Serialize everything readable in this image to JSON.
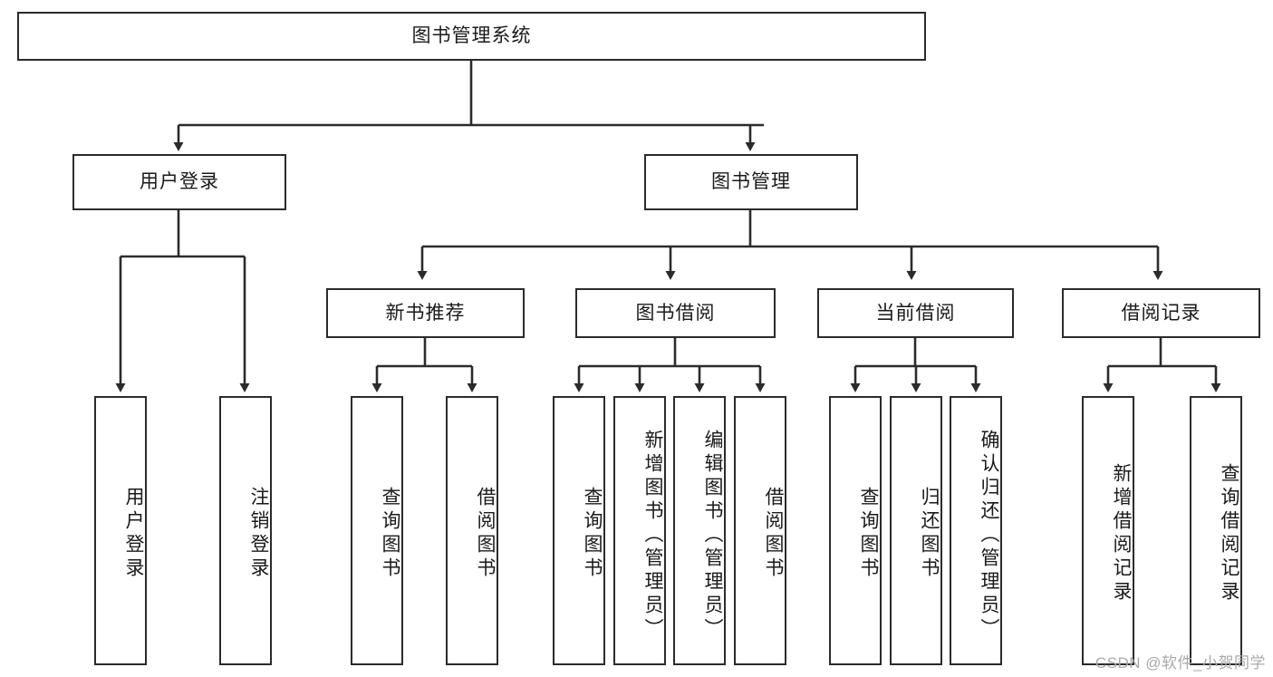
{
  "diagram": {
    "type": "tree-hierarchy-chart",
    "title": "图书管理系统",
    "watermark": "CSDN @软件_小贺同学",
    "colors": {
      "background": "#ffffff",
      "box_border": "#2b2b2b",
      "box_fill": "#ffffff",
      "text": "#1a1a1a",
      "connector": "#2b2b2b",
      "watermark": "#a9a9a9"
    },
    "levels": [
      {
        "level": 1,
        "nodes": [
          {
            "id": "root",
            "label": "图书管理系统",
            "orientation": "horizontal"
          }
        ]
      },
      {
        "level": 2,
        "nodes": [
          {
            "id": "user-login",
            "label": "用户登录",
            "orientation": "horizontal",
            "parent": "root"
          },
          {
            "id": "book-manage",
            "label": "图书管理",
            "orientation": "horizontal",
            "parent": "root"
          }
        ]
      },
      {
        "level": 3,
        "nodes": [
          {
            "id": "new-book-rec",
            "label": "新书推荐",
            "orientation": "horizontal",
            "parent": "book-manage"
          },
          {
            "id": "book-borrow",
            "label": "图书借阅",
            "orientation": "horizontal",
            "parent": "book-manage"
          },
          {
            "id": "current-borrow",
            "label": "当前借阅",
            "orientation": "horizontal",
            "parent": "book-manage"
          },
          {
            "id": "borrow-record",
            "label": "借阅记录",
            "orientation": "horizontal",
            "parent": "book-manage"
          }
        ]
      },
      {
        "level": 4,
        "nodes": [
          {
            "id": "leaf-user-login",
            "label": "用户登录",
            "orientation": "vertical",
            "parent": "user-login"
          },
          {
            "id": "leaf-user-logout",
            "label": "注销登录",
            "orientation": "vertical",
            "parent": "user-login"
          },
          {
            "id": "leaf-query-book-1",
            "label": "查询图书",
            "orientation": "vertical",
            "parent": "new-book-rec"
          },
          {
            "id": "leaf-borrow-book-1",
            "label": "借阅图书",
            "orientation": "vertical",
            "parent": "new-book-rec"
          },
          {
            "id": "leaf-query-book-2",
            "label": "查询图书",
            "orientation": "vertical",
            "parent": "book-borrow"
          },
          {
            "id": "leaf-add-book",
            "label": "新增图书（管理员）",
            "orientation": "vertical",
            "parent": "book-borrow"
          },
          {
            "id": "leaf-edit-book",
            "label": "编辑图书（管理员）",
            "orientation": "vertical",
            "parent": "book-borrow"
          },
          {
            "id": "leaf-borrow-book-2",
            "label": "借阅图书",
            "orientation": "vertical",
            "parent": "book-borrow"
          },
          {
            "id": "leaf-query-book-3",
            "label": "查询图书",
            "orientation": "vertical",
            "parent": "current-borrow"
          },
          {
            "id": "leaf-return-book",
            "label": "归还图书",
            "orientation": "vertical",
            "parent": "current-borrow"
          },
          {
            "id": "leaf-confirm-return",
            "label": "确认归还（管理员）",
            "orientation": "vertical",
            "parent": "current-borrow"
          },
          {
            "id": "leaf-add-record",
            "label": "新增借阅记录",
            "orientation": "vertical",
            "parent": "borrow-record"
          },
          {
            "id": "leaf-query-record",
            "label": "查询借阅记录",
            "orientation": "vertical",
            "parent": "borrow-record"
          }
        ]
      }
    ]
  }
}
